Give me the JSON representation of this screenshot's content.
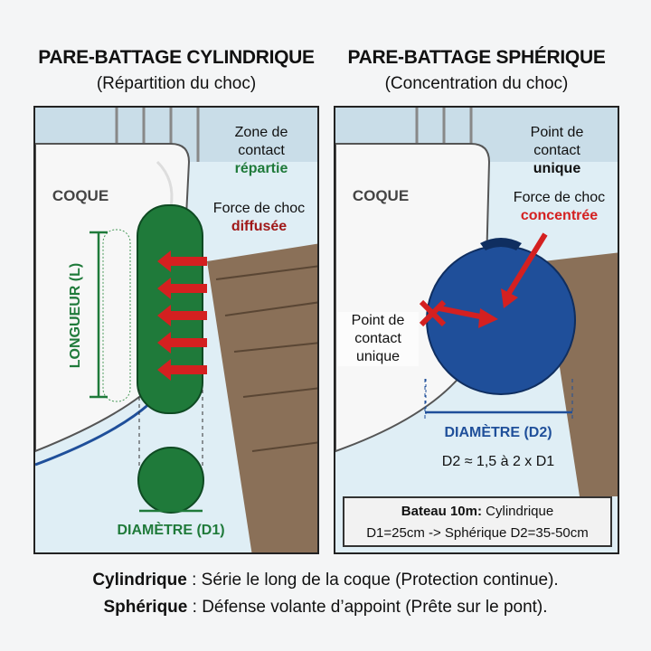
{
  "left": {
    "title": "PARE-BATTAGE CYLINDRIQUE",
    "subtitle": "(Répartition du choc)",
    "hull_label": "COQUE",
    "contact_line1": "Zone de",
    "contact_line2": "contact",
    "contact_emph": "répartie",
    "force_line": "Force de choc",
    "force_emph": "diffusée",
    "length_label": "LONGUEUR (L)",
    "diameter_label": "DIAMÈTRE (D1)"
  },
  "right": {
    "title": "PARE-BATTAGE SPHÉRIQUE",
    "subtitle": "(Concentration du choc)",
    "hull_label": "COQUE",
    "point_line1": "Point de",
    "point_line2": "contact",
    "point_emph": "unique",
    "force_line": "Force de choc",
    "force_emph": "concentrée",
    "left_point_line1": "Point de",
    "left_point_line2": "contact",
    "left_point_line3": "unique",
    "diameter_label": "DIAMÈTRE (D2)",
    "ratio": "D2 ≈ 1,5 à 2 x D1",
    "info_bold": "Bateau 10m:",
    "info_rest": " Cylindrique",
    "info_line2": "D1=25cm -> Sphérique D2=35-50cm"
  },
  "footer": {
    "line1_bold": "Cylindrique",
    "line1_rest": " : Série le long de la coque (Protection continue).",
    "line2_bold": "Sphérique",
    "line2_rest": " : Défense volante d’appoint (Prête sur le pont)."
  },
  "colors": {
    "green": "#1f7a3a",
    "red": "#d42020",
    "blue": "#1f4f9a",
    "darkred": "#a01818"
  }
}
